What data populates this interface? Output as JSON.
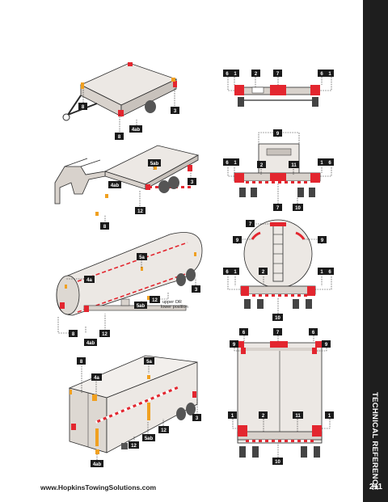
{
  "footer": {
    "url": "www.HopkinsTowingSolutions.com",
    "page_number": "211"
  },
  "sidebar": {
    "section_title": "TECHNICAL REFERENCE"
  },
  "annotations": {
    "upper_or": "upper OR",
    "lower_position": "lower position"
  },
  "labels": {
    "l1": "1",
    "l2": "2",
    "l3": "3",
    "l4a": "4a",
    "l4ab": "4ab",
    "l5a": "5a",
    "l5ab": "5ab",
    "l6": "6",
    "l7": "7",
    "l8": "8",
    "l9": "9",
    "l10": "10",
    "l11": "11",
    "l12": "12"
  },
  "colors": {
    "light_red": "#e3262f",
    "reflector_amber": "#f0a020",
    "body_gray": "#e9e4e0",
    "outline": "#2a2a2a"
  }
}
